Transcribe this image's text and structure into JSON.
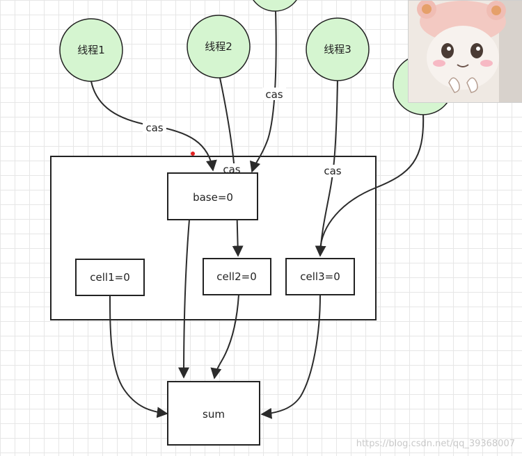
{
  "threads": [
    {
      "label": "线程1"
    },
    {
      "label": "线程2"
    },
    {
      "label": "线程3"
    }
  ],
  "edge_label": "cas",
  "base": {
    "label": "base=0"
  },
  "cells": [
    {
      "label": "cell1=0"
    },
    {
      "label": "cell2=0"
    },
    {
      "label": "cell3=0"
    }
  ],
  "sum": {
    "label": "sum"
  },
  "watermark": "https://blog.csdn.net/qq_39368007",
  "colors": {
    "thread_fill": "#d5f5d0",
    "stroke": "#222222",
    "grid": "#e6e6e6"
  },
  "photo_icon": "cat-sticker"
}
